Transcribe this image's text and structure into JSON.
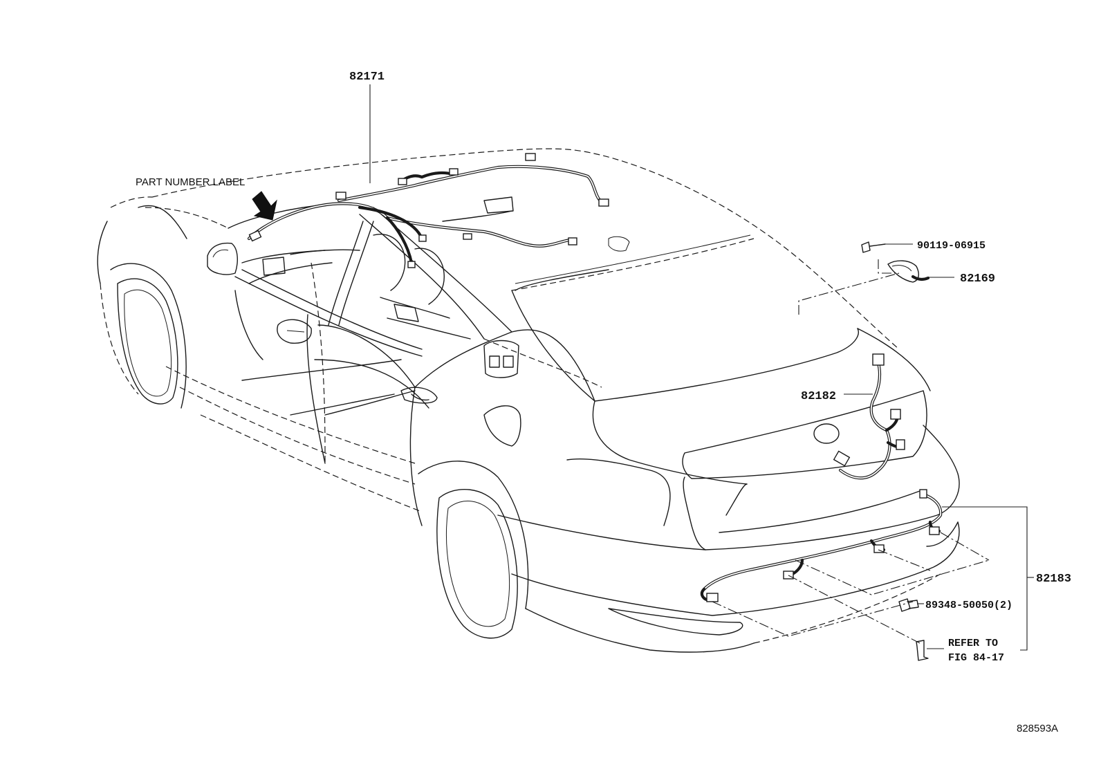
{
  "figure_code": "828593A",
  "label_part_number": "PART NUMBER LABEL",
  "callouts": {
    "roof_harness": "82171",
    "bolt": "90119-06915",
    "trunk_lamp_wire": "82169",
    "luggage_wire": "82182",
    "bumper_wire": "82183",
    "sensor": "89348-50050(2)",
    "refer_line1": "REFER TO",
    "refer_line2": "FIG 84-17"
  }
}
